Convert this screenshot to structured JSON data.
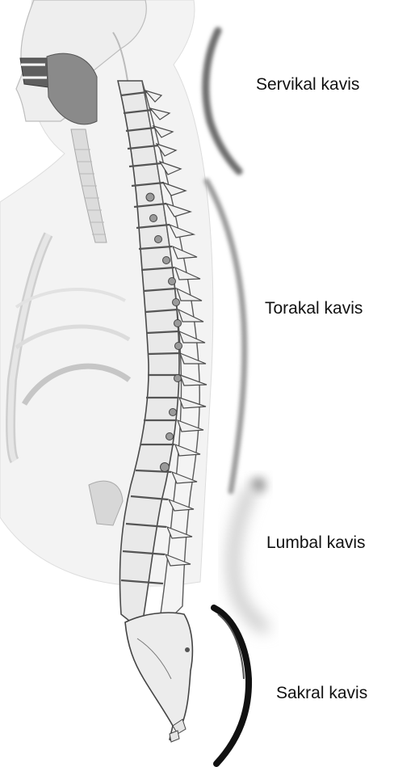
{
  "labels": {
    "cervical": "Servikal kavis",
    "thoracic": "Torakal kavis",
    "lumbar": "Lumbal kavis",
    "sacral": "Sakral kavis"
  },
  "colors": {
    "background": "#ffffff",
    "cervical_curve": "#6e6e6e",
    "thoracic_curve": "#9a9a9a",
    "lumbar_curve": "#bdbdbd",
    "sacral_curve": "#111111",
    "bone_fill": "#ebebeb",
    "bone_outline": "#444444",
    "body_silhouette": "#f1f1f1"
  }
}
